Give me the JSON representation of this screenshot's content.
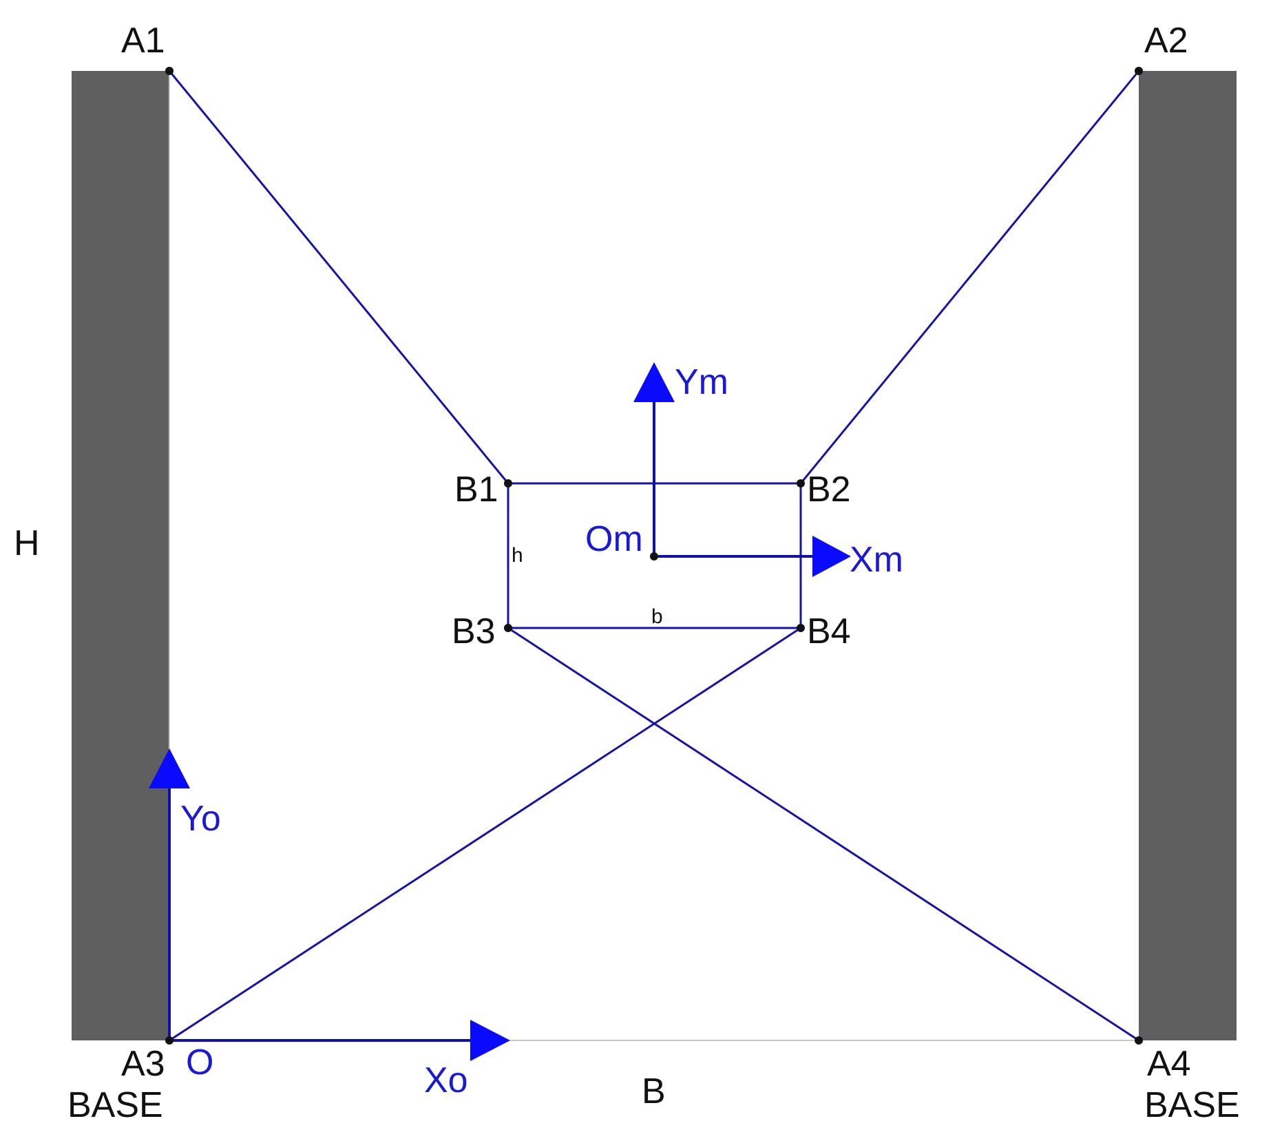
{
  "colors": {
    "pillar": "#5f5f5f",
    "cable": "#1414a8",
    "axis_blue": "#0a0aff",
    "label_black": "#111111",
    "label_blue": "#1a1ad6"
  },
  "labels": {
    "A1": "A1",
    "A2": "A2",
    "A3": "A3",
    "A4": "A4",
    "base_left": "BASE",
    "base_right": "BASE",
    "H": "H",
    "B": "B",
    "B1": "B1",
    "B2": "B2",
    "B3": "B3",
    "B4": "B4",
    "h": "h",
    "b": "b",
    "O": "O",
    "Om": "Om",
    "Xo": "Xo",
    "Yo": "Yo",
    "Xm": "Xm",
    "Ym": "Ym"
  }
}
